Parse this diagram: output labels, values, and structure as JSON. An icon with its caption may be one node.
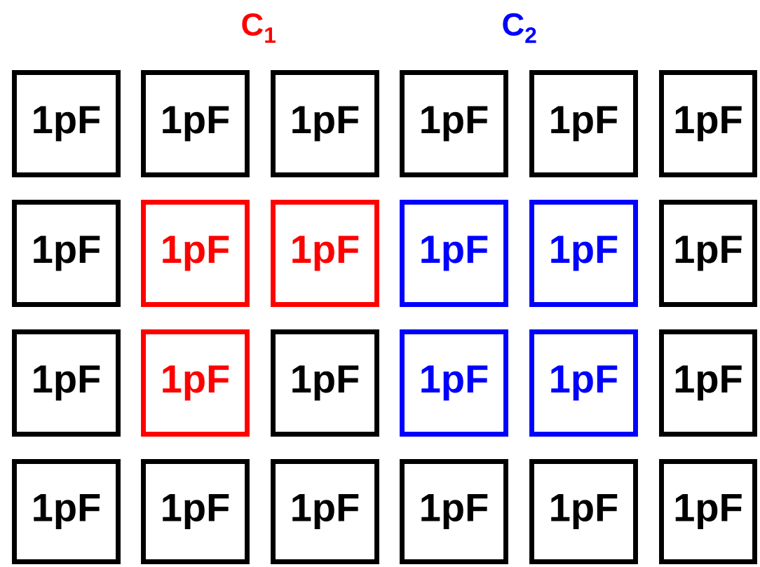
{
  "diagram": {
    "nodes": [
      {
        "text": [
          "1pF"
        ]
      },
      {
        "text": [
          "1pF"
        ]
      },
      {
        "text": [
          "1pF"
        ]
      },
      {
        "text": [
          "1pF"
        ]
      },
      {
        "text": [
          "1pF"
        ]
      },
      {
        "text": [
          "1pF"
        ]
      },
      {
        "text": [
          "1pF"
        ]
      },
      {
        "text": [
          "1pF"
        ]
      },
      {
        "text": [
          "1pF"
        ]
      },
      {
        "text": [
          "1pF"
        ]
      },
      {
        "text": [
          "1pF"
        ]
      },
      {
        "text": [
          "1pF"
        ]
      },
      {
        "text": [
          "1pF"
        ]
      },
      {
        "text": [
          "1pF"
        ]
      },
      {
        "text": [
          "1pF"
        ]
      },
      {
        "text": [
          "1pF"
        ]
      },
      {
        "text": [
          "1pF"
        ]
      },
      {
        "text": [
          "1pF"
        ]
      },
      {
        "text": [
          "1pF"
        ]
      },
      {
        "text": [
          "1pF"
        ]
      },
      {
        "text": [
          "1pF"
        ]
      },
      {
        "text": [
          "1pF"
        ]
      },
      {
        "text": [
          "1pF"
        ]
      },
      {
        "text": [
          "1pF"
        ]
      }
    ],
    "labels": [
      "C$_{1}$",
      "C$_{2}$"
    ]
  }
}
